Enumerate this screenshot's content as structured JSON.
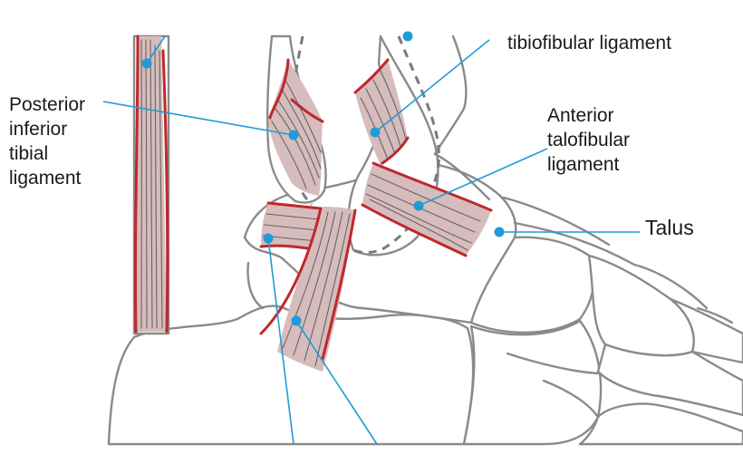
{
  "labels": {
    "posterior_inferior_tibial": [
      "Posterior",
      "inferior",
      "tibial",
      "ligament"
    ],
    "tibiofibular_top": "tibiofibular ligament",
    "anterior_talofibular": [
      "Anterior",
      "talofibular",
      "ligament"
    ],
    "talus": "Talus"
  },
  "colors": {
    "bone_outline": "#8a8a8a",
    "ligament_fill": "#d6bcbc",
    "ligament_edge": "#c0272d",
    "leader_line": "#1f9bd8"
  }
}
